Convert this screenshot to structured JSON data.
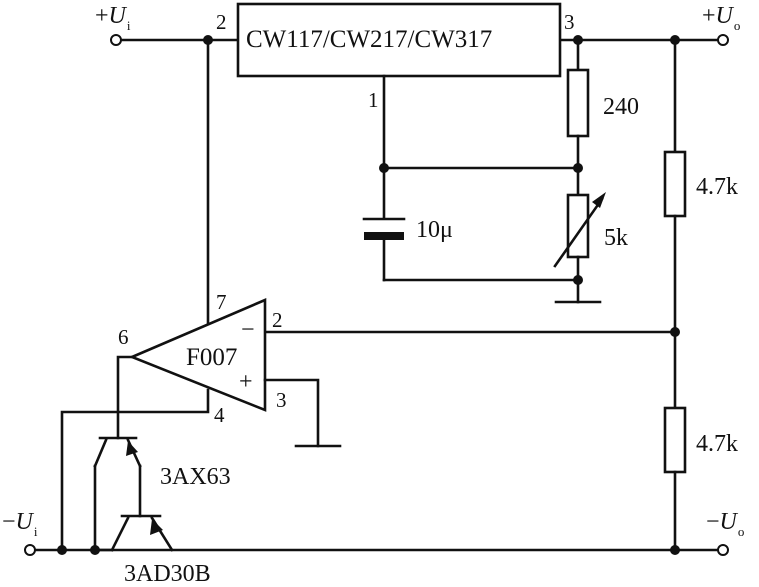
{
  "regulator": {
    "label": "CW117/CW217/CW317",
    "pin_in": "2",
    "pin_out": "3",
    "pin_adj": "1"
  },
  "terminals": {
    "vin_pos": {
      "sign": "+",
      "symbol": "U",
      "sub": "i"
    },
    "vout_pos": {
      "sign": "+",
      "symbol": "U",
      "sub": "o"
    },
    "vin_neg": {
      "sign": "−",
      "symbol": "U",
      "sub": "i"
    },
    "vout_neg": {
      "sign": "−",
      "symbol": "U",
      "sub": "o"
    }
  },
  "components": {
    "r_240": "240",
    "cap_10u": "10μ",
    "pot_5k": "5k",
    "r_top_4k7": "4.7k",
    "r_bot_4k7": "4.7k"
  },
  "opamp": {
    "label": "F007",
    "pin_out": "6",
    "pin_vpos": "7",
    "pin_inv": "2",
    "pin_noninv": "3",
    "pin_vneg": "4",
    "sign_inv": "−",
    "sign_noninv": "+"
  },
  "transistors": {
    "q1": "3AX63",
    "q2": "3AD30B"
  }
}
